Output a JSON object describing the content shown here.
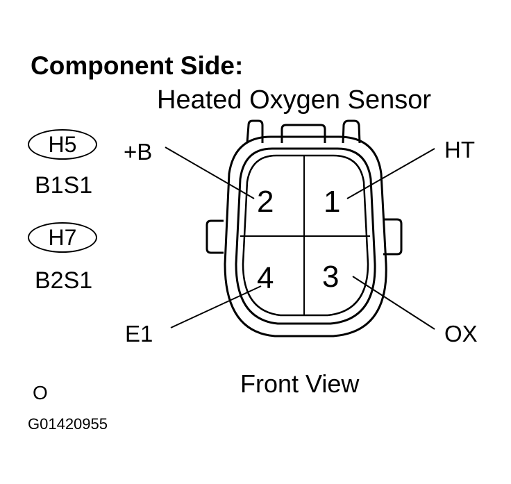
{
  "title": "Component Side:",
  "sensor_name": "Heated Oxygen Sensor",
  "connectors": [
    {
      "badge": "H5",
      "position": "B1S1"
    },
    {
      "badge": "H7",
      "position": "B2S1"
    }
  ],
  "pins": [
    {
      "number": "1",
      "label": "HT"
    },
    {
      "number": "2",
      "label": "+B"
    },
    {
      "number": "3",
      "label": "OX"
    },
    {
      "number": "4",
      "label": "E1"
    }
  ],
  "view_label": "Front View",
  "footer": {
    "mark": "O",
    "code": "G01420955"
  }
}
